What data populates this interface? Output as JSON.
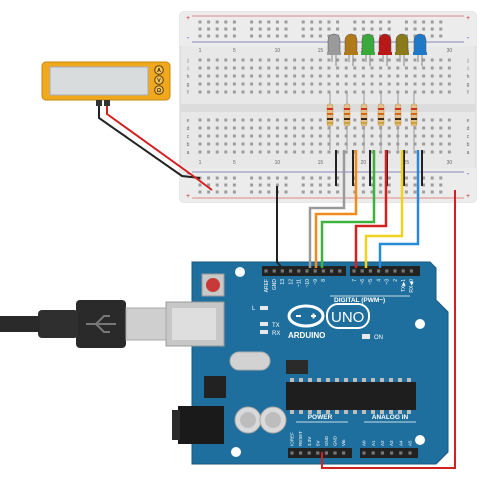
{
  "colors": {
    "breadboard": "#e8e8e8",
    "board": "#1f6f9e",
    "multimeter": "#f0a81c",
    "wire_black": "#222222",
    "wire_red": "#d32020",
    "wire_gray": "#9a9a9a",
    "wire_orange": "#f08a1c",
    "wire_green": "#3db23d",
    "wire_yellow": "#f2d21a",
    "wire_blue": "#2a8ad8"
  },
  "leds": [
    {
      "color": "#9a9a9a"
    },
    {
      "color": "#b07a1a"
    },
    {
      "color": "#3aa83a"
    },
    {
      "color": "#b81818"
    },
    {
      "color": "#8a7a1a"
    },
    {
      "color": "#1f78c8"
    }
  ],
  "breadboard": {
    "col_numbers": [
      "1",
      "",
      "",
      "",
      "5",
      "",
      "",
      "",
      "",
      "10",
      "",
      "",
      "",
      "",
      "15",
      "",
      "",
      "",
      "",
      "20",
      "",
      "",
      "",
      "",
      "25",
      "",
      "",
      "",
      "",
      "30"
    ],
    "row_letters_top": [
      "j",
      "i",
      "h",
      "g",
      "f"
    ],
    "row_letters_bottom": [
      "e",
      "d",
      "c",
      "b",
      "a"
    ]
  },
  "multimeter": {
    "buttons": [
      "A",
      "V",
      "Ω"
    ]
  },
  "arduino": {
    "brand": "ARDUINO",
    "model": "UNO",
    "digital_label": "DIGITAL (PWM~)",
    "power_label": "POWER",
    "analog_label": "ANALOG IN",
    "on_label": "ON",
    "tx_label": "TX",
    "rx_label": "RX",
    "l_label": "L",
    "top_pins": [
      "AREF",
      "GND",
      "13",
      "12",
      "~11",
      "~10",
      "~9",
      "8",
      "7",
      "~6",
      "~5",
      "4",
      "~3",
      "2",
      "TX▶1",
      "RX◀0"
    ],
    "power_pins": [
      "IOREF",
      "RESET",
      "3.3V",
      "5V",
      "GND",
      "GND",
      "Vin"
    ],
    "analog_pins": [
      "A0",
      "A1",
      "A2",
      "A3",
      "A4",
      "A5"
    ]
  }
}
